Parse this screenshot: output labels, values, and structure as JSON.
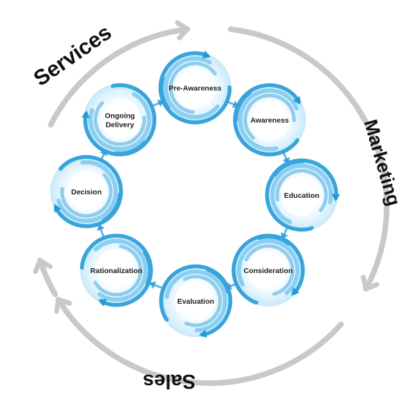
{
  "colors": {
    "outer_ring": "#c9c9c9",
    "swirl_dark": "#1e98d6",
    "swirl_mid": "#6cc3ee",
    "swirl_light": "#d2eefb",
    "text": "#111111"
  },
  "phases": {
    "services": "Services",
    "marketing": "Marketing",
    "sales": "Sales"
  },
  "stages": [
    {
      "label_lines": [
        "Pre-Awareness"
      ]
    },
    {
      "label_lines": [
        "Awareness"
      ]
    },
    {
      "label_lines": [
        "Education"
      ]
    },
    {
      "label_lines": [
        "Consideration"
      ]
    },
    {
      "label_lines": [
        "Evaluation"
      ]
    },
    {
      "label_lines": [
        "Rationalization"
      ]
    },
    {
      "label_lines": [
        "Decision"
      ]
    },
    {
      "label_lines": [
        "Ongoing",
        "Delivery"
      ]
    }
  ],
  "icons": {
    "outer_arrow": "chevron-arrow-icon",
    "stage_swirl": "swirl-icon",
    "connector_arrow": "arrow-icon"
  }
}
